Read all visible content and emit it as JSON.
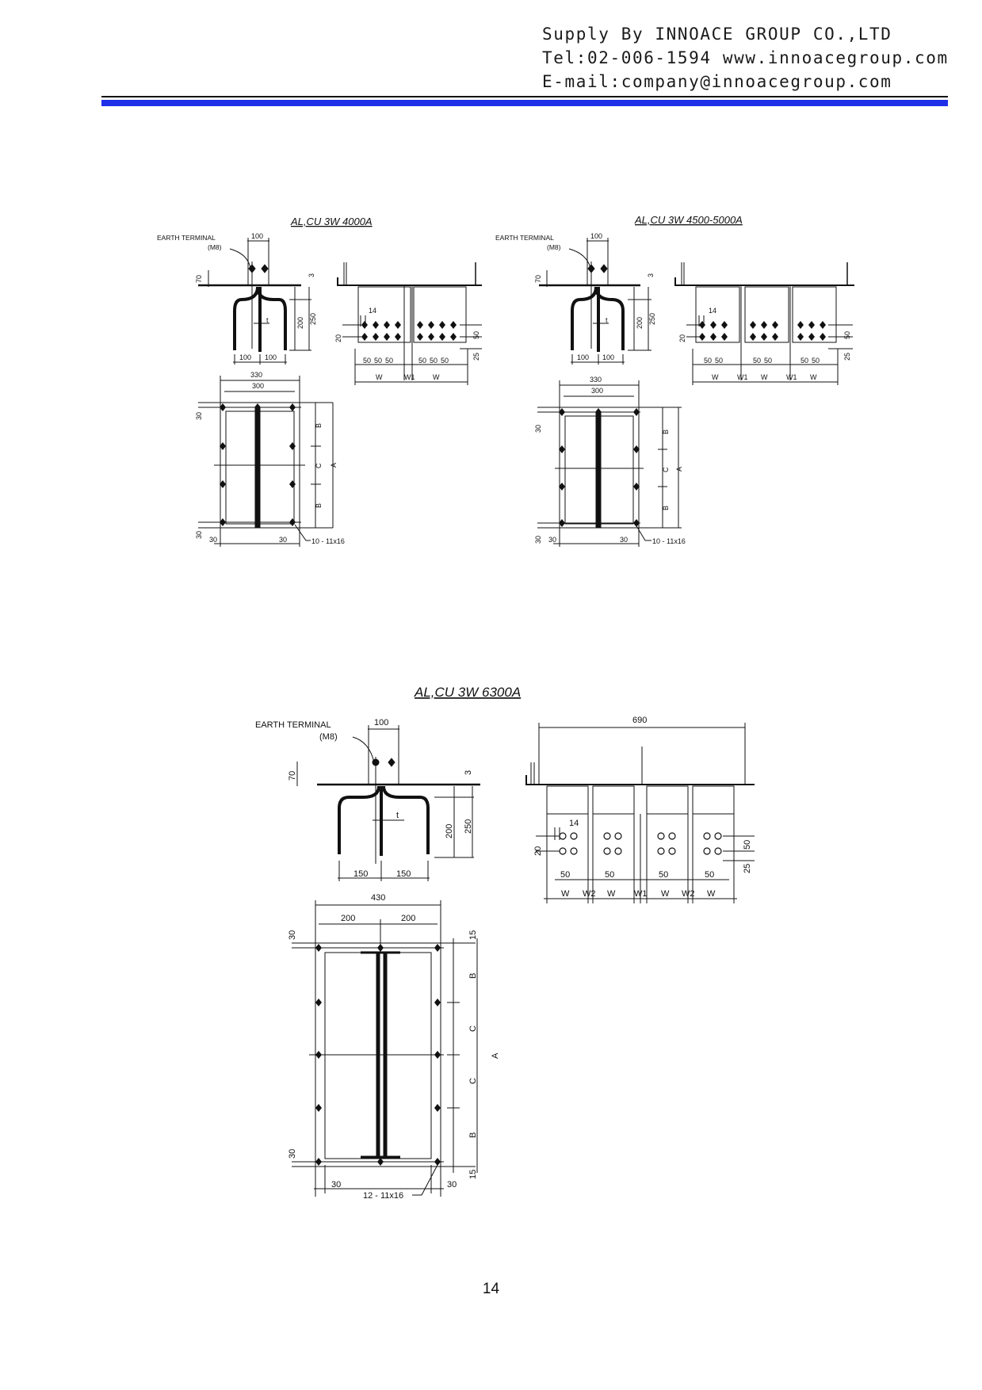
{
  "header": {
    "supply_line": "Supply By INNOACE GROUP CO.,LTD",
    "tel_line": "Tel:02-006-1594 www.innoacegroup.com",
    "email_line": "E-mail:company@innoacegroup.com"
  },
  "figure_1": {
    "title": "AL,CU 3W 4000A",
    "earth_terminal": "EARTH TERMINAL",
    "m8": "(M8)",
    "dim_100_top": "100",
    "dim_70": "70",
    "dim_3": "3",
    "dim_250": "250",
    "dim_200": "200",
    "dim_t": "t",
    "dim_100_left": "100",
    "dim_100_right": "100",
    "dim_14": "14",
    "dim_20": "20",
    "dim_50_right": "50",
    "dim_25": "25",
    "dim_50_bottom": [
      "50",
      "50",
      "50",
      "50",
      "50",
      "50"
    ],
    "dim_w_labels": [
      "W",
      "W1",
      "W"
    ],
    "dim_330": "330",
    "dim_300": "300",
    "dim_30_top": "30",
    "dim_30_bottom": "30",
    "dim_30_left": "30",
    "dim_30_right": "30",
    "dim_b_top": "B",
    "dim_c": "C",
    "dim_b_bottom": "B",
    "dim_a": "A",
    "holes": "10 - 11x16"
  },
  "figure_2": {
    "title": "AL,CU 3W 4500-5000A",
    "earth_terminal": "EARTH TERMINAL",
    "m8": "(M8)",
    "dim_100_top": "100",
    "dim_70": "70",
    "dim_3": "3",
    "dim_250": "250",
    "dim_200": "200",
    "dim_t": "t",
    "dim_100_left": "100",
    "dim_100_right": "100",
    "dim_14": "14",
    "dim_20": "20",
    "dim_50_right": "50",
    "dim_25": "25",
    "dim_50_bottom": [
      "50",
      "50",
      "50",
      "50",
      "50",
      "50"
    ],
    "dim_w_labels": [
      "W",
      "W1",
      "W",
      "W1",
      "W"
    ],
    "dim_330": "330",
    "dim_300": "300",
    "dim_30_top": "30",
    "dim_30_bottom": "30",
    "dim_30_left": "30",
    "dim_30_right": "30",
    "dim_b_top": "B",
    "dim_c": "C",
    "dim_b_bottom": "B",
    "dim_a": "A",
    "holes": "10 - 11x16"
  },
  "figure_3": {
    "title": "AL,CU 3W 6300A",
    "earth_terminal": "EARTH TERMINAL",
    "m8": "(M8)",
    "dim_100_top": "100",
    "dim_70": "70",
    "dim_3": "3",
    "dim_250": "250",
    "dim_200": "200",
    "dim_t": "t",
    "dim_150_left": "150",
    "dim_150_right": "150",
    "dim_690": "690",
    "dim_14": "14",
    "dim_20": "20",
    "dim_50_right": "50",
    "dim_25": "25",
    "dim_50_bottom": [
      "50",
      "50",
      "50",
      "50"
    ],
    "dim_w_labels": [
      "W",
      "W2",
      "W",
      "W1",
      "W",
      "W2",
      "W"
    ],
    "dim_430": "430",
    "dim_200_left": "200",
    "dim_200_right": "200",
    "dim_30_top": "30",
    "dim_30_bottom": "30",
    "dim_15_top": "15",
    "dim_15_bottom": "15",
    "dim_b_top": "B",
    "dim_c_1": "C",
    "dim_c_2": "C",
    "dim_b_bottom": "B",
    "dim_a": "A",
    "dim_30_left": "30",
    "dim_30_right": "30",
    "holes": "12 - 11x16"
  },
  "page_number": "14"
}
